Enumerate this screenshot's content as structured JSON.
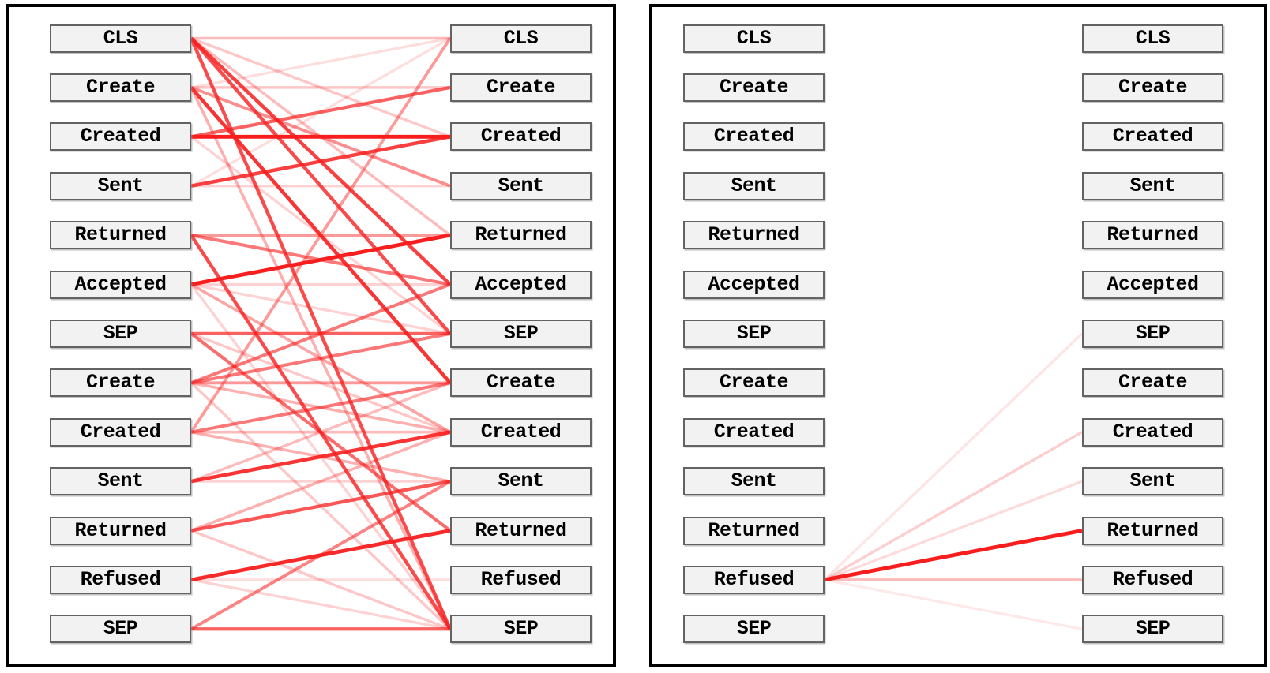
{
  "figure": {
    "description": "Two-panel token attention diagram: each panel shows two columns of token boxes connected by red lines whose opacity encodes attention weight.",
    "colors": {
      "line_red": "#f81e1e",
      "box_fill": "#f2f2f2",
      "box_border": "#636363",
      "panel_border": "#000000",
      "text": "#000000"
    },
    "tokens": [
      "CLS",
      "Create",
      "Created",
      "Sent",
      "Returned",
      "Accepted",
      "SEP",
      "Create",
      "Created",
      "Sent",
      "Returned",
      "Refused",
      "SEP"
    ],
    "panels": [
      {
        "id": "panel-left",
        "left_tokens": [
          "CLS",
          "Create",
          "Created",
          "Sent",
          "Returned",
          "Accepted",
          "SEP",
          "Create",
          "Created",
          "Sent",
          "Returned",
          "Refused",
          "SEP"
        ],
        "right_tokens": [
          "CLS",
          "Create",
          "Created",
          "Sent",
          "Returned",
          "Accepted",
          "SEP",
          "Create",
          "Created",
          "Sent",
          "Returned",
          "Refused",
          "SEP"
        ],
        "connections": [
          {
            "from": 0,
            "to": 5,
            "weight": 0.85
          },
          {
            "from": 0,
            "to": 6,
            "weight": 0.8
          },
          {
            "from": 0,
            "to": 12,
            "weight": 0.8
          },
          {
            "from": 1,
            "to": 7,
            "weight": 0.9
          },
          {
            "from": 2,
            "to": 2,
            "weight": 1.0
          },
          {
            "from": 3,
            "to": 2,
            "weight": 0.85
          },
          {
            "from": 5,
            "to": 4,
            "weight": 1.0
          },
          {
            "from": 4,
            "to": 12,
            "weight": 0.8
          },
          {
            "from": 9,
            "to": 8,
            "weight": 0.9
          },
          {
            "from": 11,
            "to": 10,
            "weight": 0.95
          },
          {
            "from": 2,
            "to": 1,
            "weight": 0.7
          },
          {
            "from": 6,
            "to": 6,
            "weight": 0.7
          },
          {
            "from": 12,
            "to": 12,
            "weight": 0.7
          },
          {
            "from": 10,
            "to": 9,
            "weight": 0.75
          },
          {
            "from": 6,
            "to": 10,
            "weight": 0.65
          },
          {
            "from": 7,
            "to": 5,
            "weight": 0.6
          },
          {
            "from": 7,
            "to": 6,
            "weight": 0.6
          },
          {
            "from": 8,
            "to": 7,
            "weight": 0.6
          },
          {
            "from": 4,
            "to": 5,
            "weight": 0.6
          },
          {
            "from": 12,
            "to": 9,
            "weight": 0.55
          },
          {
            "from": 1,
            "to": 3,
            "weight": 0.5
          },
          {
            "from": 8,
            "to": 0,
            "weight": 0.45
          },
          {
            "from": 7,
            "to": 7,
            "weight": 0.45
          },
          {
            "from": 4,
            "to": 4,
            "weight": 0.45
          },
          {
            "from": 5,
            "to": 8,
            "weight": 0.4
          },
          {
            "from": 1,
            "to": 12,
            "weight": 0.35
          },
          {
            "from": 10,
            "to": 8,
            "weight": 0.35
          },
          {
            "from": 7,
            "to": 8,
            "weight": 0.35
          },
          {
            "from": 8,
            "to": 9,
            "weight": 0.35
          },
          {
            "from": 0,
            "to": 0,
            "weight": 0.3
          },
          {
            "from": 0,
            "to": 4,
            "weight": 0.3
          },
          {
            "from": 9,
            "to": 7,
            "weight": 0.3
          },
          {
            "from": 8,
            "to": 8,
            "weight": 0.3
          },
          {
            "from": 0,
            "to": 2,
            "weight": 0.25
          },
          {
            "from": 1,
            "to": 1,
            "weight": 0.25
          },
          {
            "from": 6,
            "to": 8,
            "weight": 0.25
          },
          {
            "from": 7,
            "to": 12,
            "weight": 0.25
          },
          {
            "from": 10,
            "to": 12,
            "weight": 0.25
          },
          {
            "from": 5,
            "to": 5,
            "weight": 0.2
          },
          {
            "from": 9,
            "to": 9,
            "weight": 0.2
          },
          {
            "from": 2,
            "to": 6,
            "weight": 0.2
          },
          {
            "from": 3,
            "to": 3,
            "weight": 0.2
          },
          {
            "from": 5,
            "to": 6,
            "weight": 0.2
          },
          {
            "from": 11,
            "to": 12,
            "weight": 0.2
          },
          {
            "from": 5,
            "to": 12,
            "weight": 0.2
          },
          {
            "from": 11,
            "to": 11,
            "weight": 0.15
          },
          {
            "from": 1,
            "to": 0,
            "weight": 0.15
          },
          {
            "from": 3,
            "to": 0,
            "weight": 0.15
          }
        ]
      },
      {
        "id": "panel-right",
        "left_tokens": [
          "CLS",
          "Create",
          "Created",
          "Sent",
          "Returned",
          "Accepted",
          "SEP",
          "Create",
          "Created",
          "Sent",
          "Returned",
          "Refused",
          "SEP"
        ],
        "right_tokens": [
          "CLS",
          "Create",
          "Created",
          "Sent",
          "Returned",
          "Accepted",
          "SEP",
          "Create",
          "Created",
          "Sent",
          "Returned",
          "Refused",
          "SEP"
        ],
        "connections": [
          {
            "from": 11,
            "to": 6,
            "weight": 0.12
          },
          {
            "from": 11,
            "to": 8,
            "weight": 0.22
          },
          {
            "from": 11,
            "to": 9,
            "weight": 0.16
          },
          {
            "from": 11,
            "to": 10,
            "weight": 1.0
          },
          {
            "from": 11,
            "to": 11,
            "weight": 0.3
          },
          {
            "from": 11,
            "to": 12,
            "weight": 0.1
          }
        ]
      }
    ]
  }
}
